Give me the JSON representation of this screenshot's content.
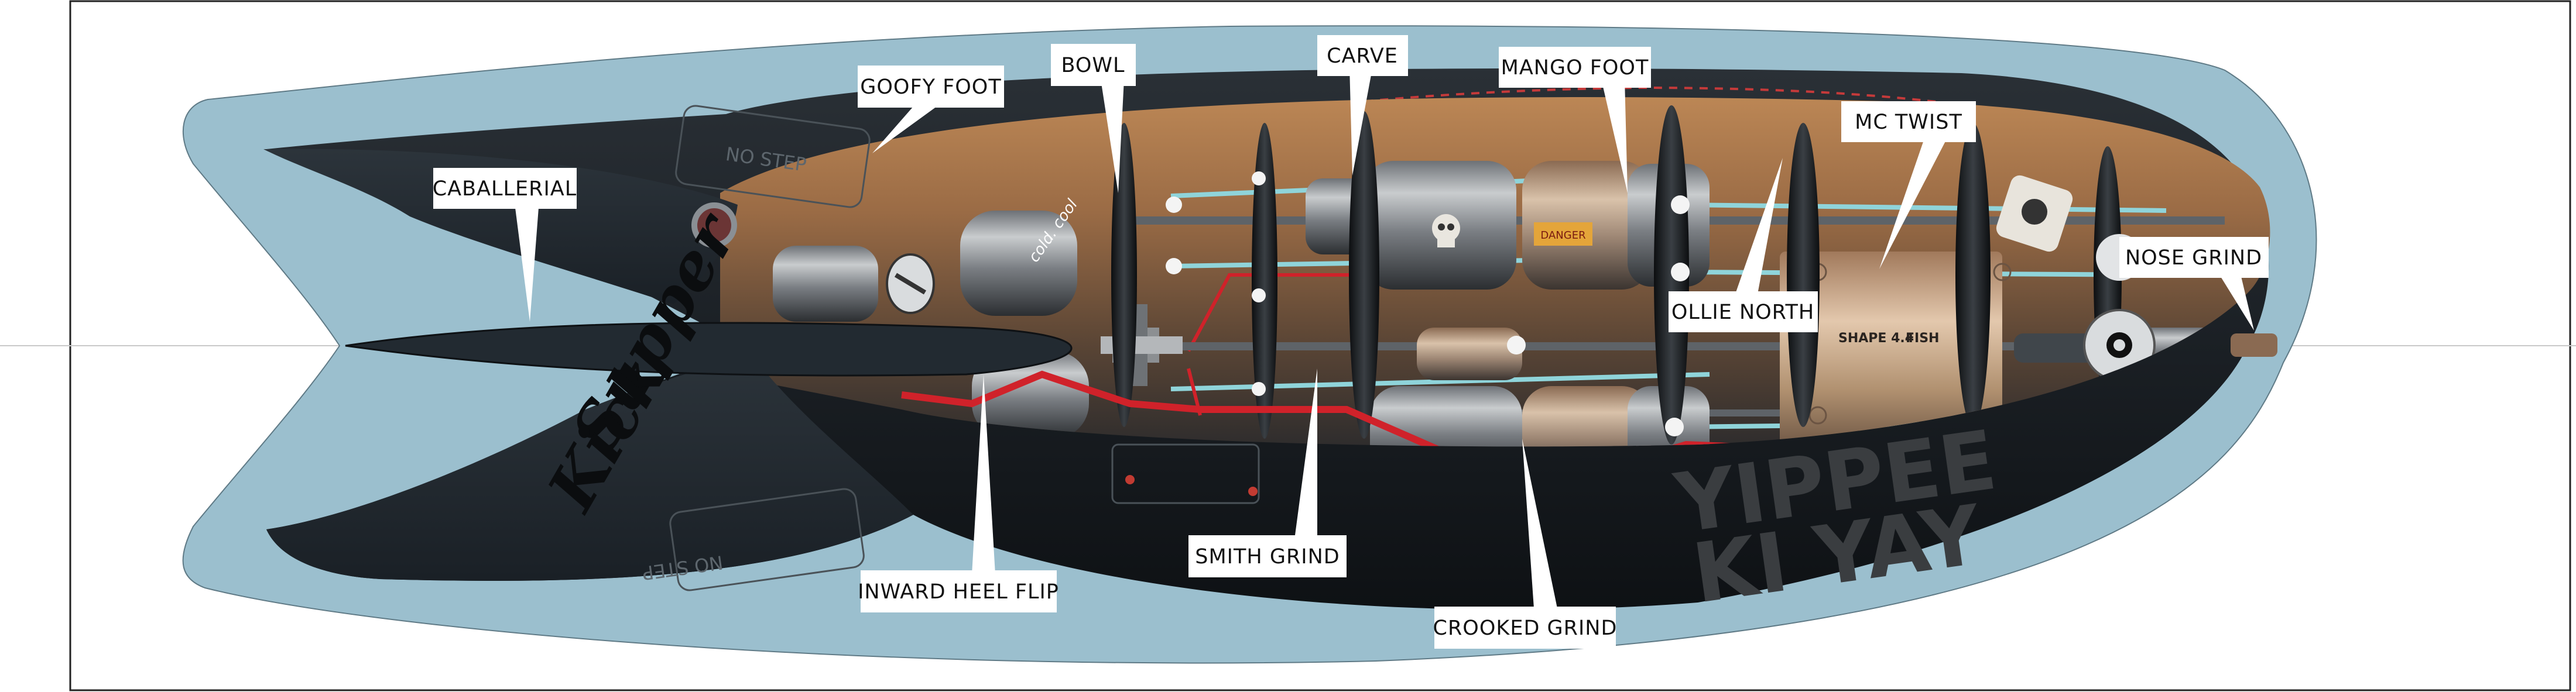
{
  "labels": {
    "goofy_foot": "GOOFY FOOT",
    "bowl": "BOWL",
    "carve": "CARVE",
    "mango_foot": "MANGO FOOT",
    "mc_twist": "MC TWIST",
    "caballerial": "CABALLERIAL",
    "nose_grind": "NOSE GRIND",
    "ollie_north": "OLLIE NORTH",
    "inward_heel_flip": "INWARD HEEL FLIP",
    "smith_grind": "SMITH GRIND",
    "crooked_grind": "CROOKED GRIND"
  },
  "markings": {
    "no_step_top": "NO STEP",
    "no_step_bottom": "NO STEP",
    "cold_cool": "cold. cool",
    "shape_text": "SHAPE 4.4",
    "fish_text": "FISH",
    "slogan_line1": "YIPPEE",
    "slogan_line2": "KI YAY",
    "logo_text": "Supper Kick",
    "warning_tag": "DANGER"
  },
  "colors": {
    "board_outline": "#9bbfce",
    "hull_dark": "#15191d",
    "interior_bronze": "#a8744a",
    "pipe_cyan": "#8fd4da",
    "seam_red": "#d0222a",
    "label_bg": "#ffffff"
  }
}
